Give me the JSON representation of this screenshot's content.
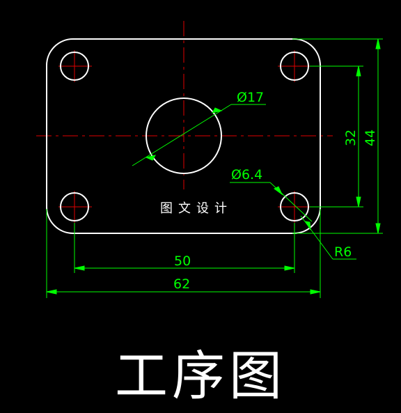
{
  "drawing": {
    "dimensions": {
      "width_overall": "62",
      "width_holes": "50",
      "height_overall": "44",
      "height_holes": "32",
      "center_hole_diameter": "Ø17",
      "corner_hole_diameter": "Ø6.4",
      "corner_radius": "R6"
    },
    "watermark": "图文设计",
    "colors": {
      "background": "#000000",
      "outline": "#ffffff",
      "dimension": "#00ff00",
      "centerline": "#ff0000"
    }
  },
  "title": "工序图"
}
